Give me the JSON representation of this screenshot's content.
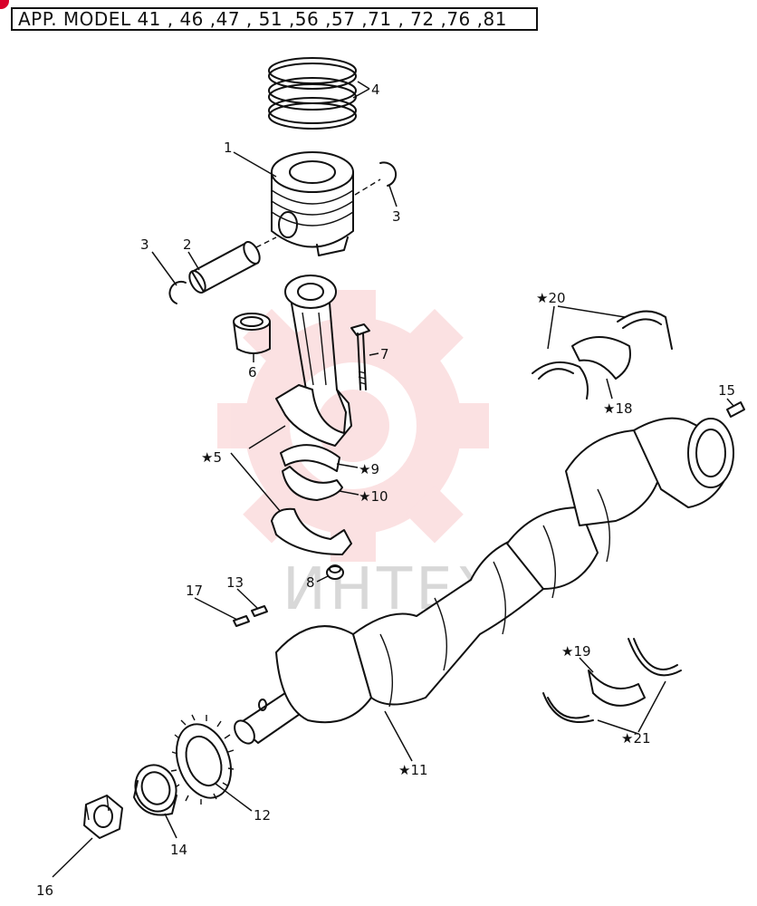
{
  "header": {
    "title": "APP. MODEL  41 , 46 ,47 , 51 ,56 ,57 ,71 , 72 ,76 ,81"
  },
  "watermark": {
    "text": "ИНТЕХ",
    "color": "#e8303a"
  },
  "labels": {
    "p1": "1",
    "p2": "2",
    "p3a": "3",
    "p3b": "3",
    "p4": "4",
    "p5": "★5",
    "p6": "6",
    "p7": "7",
    "p8": "8",
    "p9": "★9",
    "p10": "★10",
    "p11": "★11",
    "p12": "12",
    "p13": "13",
    "p14": "14",
    "p15": "15",
    "p16": "16",
    "p17": "17",
    "p18": "★18",
    "p19": "★19",
    "p20": "★20",
    "p21": "★21"
  }
}
